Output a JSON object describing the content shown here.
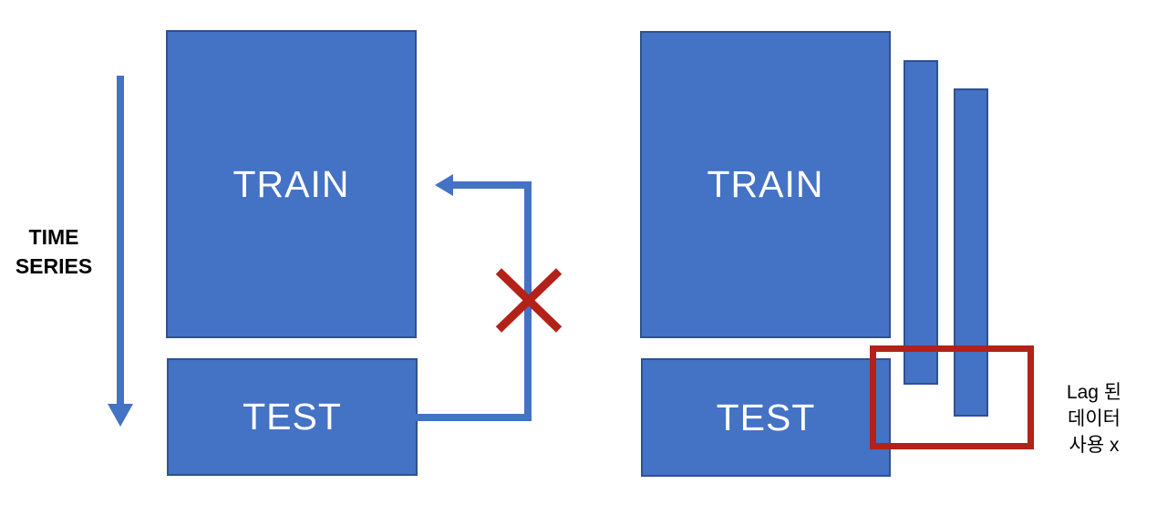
{
  "colors": {
    "box_fill": "#4472C4",
    "box_border": "#2F528F",
    "arrow_blue": "#4472C4",
    "mark_red": "#B22218",
    "label_black": "#000000",
    "label_white": "#FFFFFF"
  },
  "left_panel": {
    "axis_label_line1": "TIME",
    "axis_label_line2": "SERIES",
    "train_label": "TRAIN",
    "test_label": "TEST"
  },
  "right_panel": {
    "train_label": "TRAIN",
    "test_label": "TEST",
    "annotation_line1": "Lag 된",
    "annotation_line2": "데이터",
    "annotation_line3": "사용 x"
  }
}
